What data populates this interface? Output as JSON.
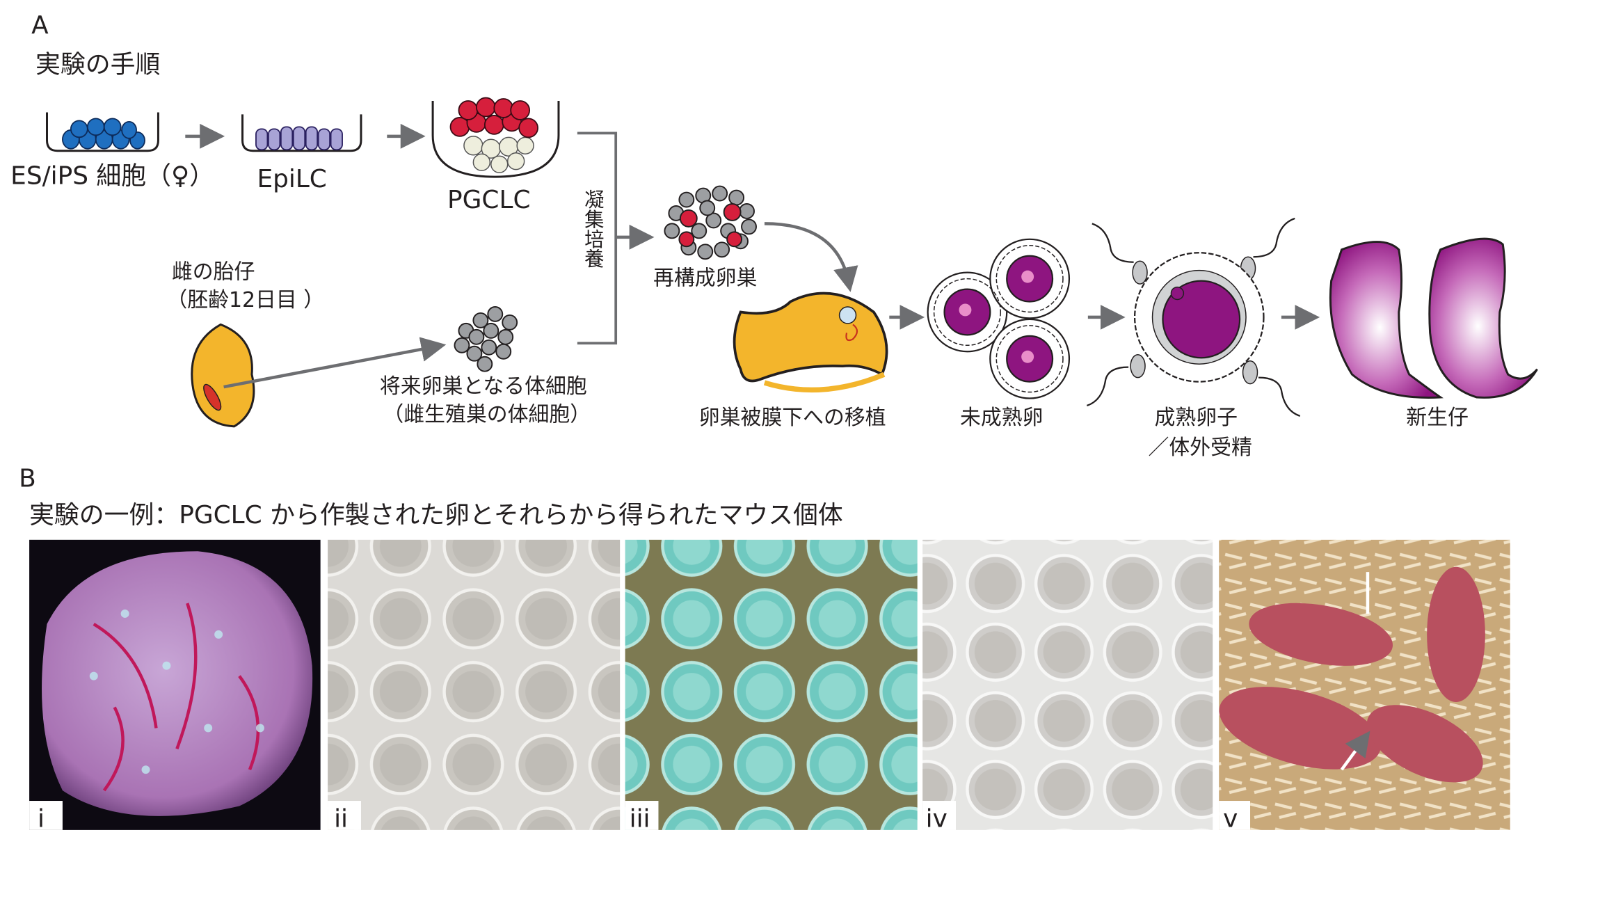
{
  "panel_a": {
    "letter": "A",
    "title": "実験の手順",
    "steps": {
      "es_ips": "ES/iPS 細胞（♀）",
      "epilc": "EpiLC",
      "pgclc": "PGCLC",
      "aggregation": "凝集培養",
      "reconstituted_ovary": "再構成卵巣",
      "embryo_line1": "雌の胎仔",
      "embryo_line2": "（胚齢12日目 ）",
      "somatic_line1": "将来卵巣となる体細胞",
      "somatic_line2": "（雌生殖巣の体細胞）",
      "transplant": "卵巣被膜下への移植",
      "immature": "未成熟卵",
      "mature_line1": "成熟卵子",
      "mature_line2": "／体外受精",
      "newborn": "新生仔"
    },
    "colors": {
      "es": "#1f6fc0",
      "epi": "#a8a3d6",
      "pgc": "#d61f3c",
      "mouse": "#f3b52c",
      "egg": "#8e1580"
    }
  },
  "panel_b": {
    "letter": "B",
    "title": "実験の一例：PGCLC から作製された卵とそれらから得られたマウス個体",
    "photos": [
      {
        "label": "i"
      },
      {
        "label": "ii"
      },
      {
        "label": "iii"
      },
      {
        "label": "iv"
      },
      {
        "label": "v"
      }
    ]
  }
}
